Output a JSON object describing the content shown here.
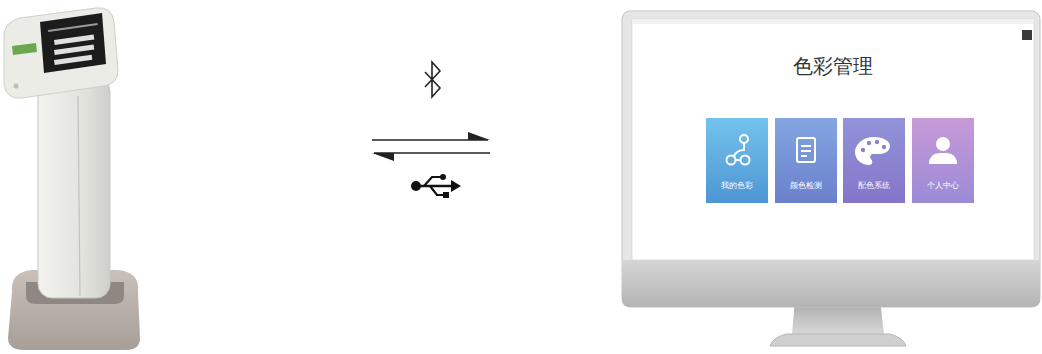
{
  "diagram": {
    "nodes": [
      {
        "text": [
          "色彩管理"
        ]
      },
      {
        "text": [
          "我的色彩"
        ],
        "in": 0
      },
      {
        "text": [
          "颜色检测"
        ],
        "in": 0
      },
      {
        "text": [
          "配色系统"
        ],
        "in": 0
      },
      {
        "text": [
          "个人中心"
        ],
        "in": 0
      }
    ]
  }
}
